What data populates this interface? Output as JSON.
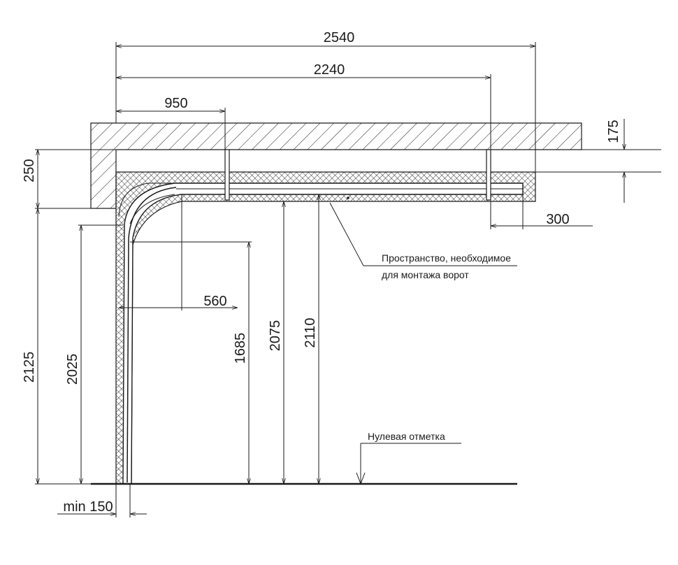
{
  "dimensions": {
    "d2540": "2540",
    "d2240": "2240",
    "d950": "950",
    "d175": "175",
    "d250": "250",
    "d300": "300",
    "d560": "560",
    "d2125": "2125",
    "d2025": "2025",
    "d1685": "1685",
    "d2075": "2075",
    "d2110": "2110",
    "min150": "min 150"
  },
  "notes": {
    "space_line1": "Пространство, необходимое",
    "space_line2": "для монтажа ворот",
    "zero_mark": "Нулевая отметка"
  }
}
